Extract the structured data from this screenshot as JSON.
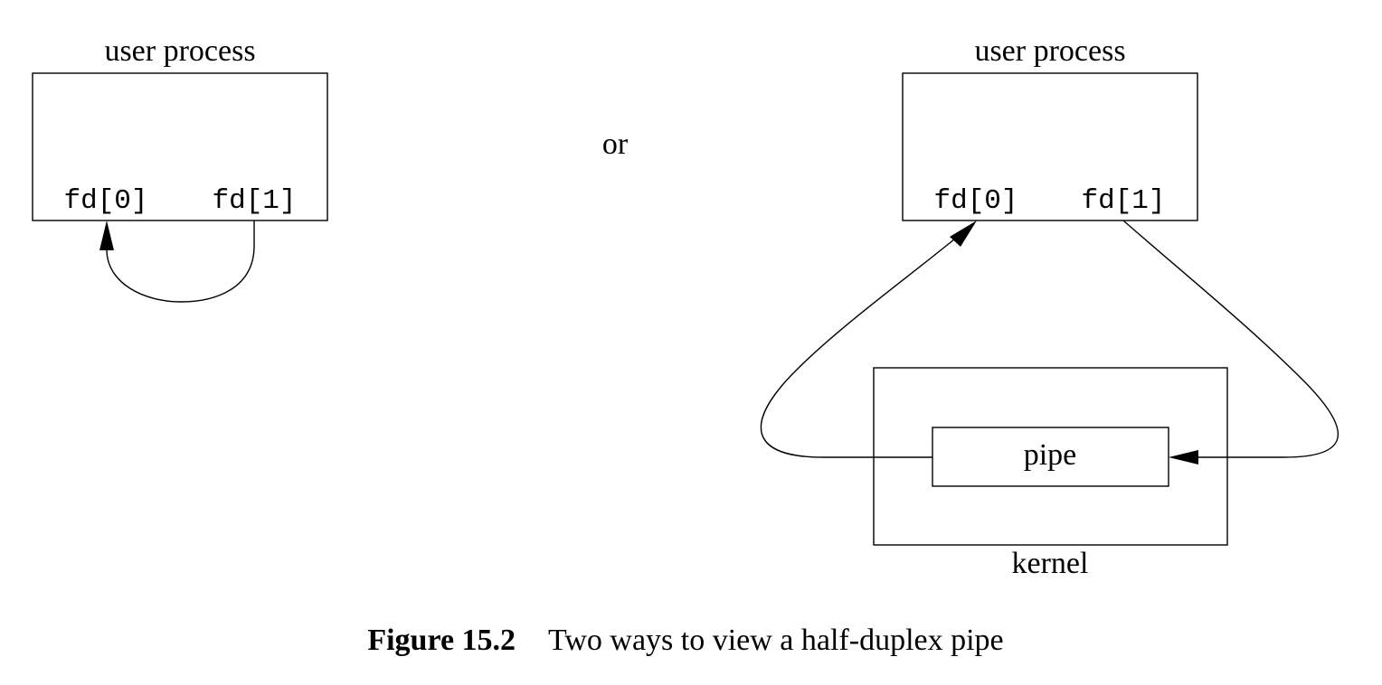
{
  "left_view": {
    "process_label": "user process",
    "fd_read": "fd[0]",
    "fd_write": "fd[1]"
  },
  "separator": "or",
  "right_view": {
    "process_label": "user process",
    "fd_read": "fd[0]",
    "fd_write": "fd[1]",
    "pipe_label": "pipe",
    "kernel_label": "kernel"
  },
  "caption": {
    "number": "Figure 15.2",
    "text": "Two ways to view a half-duplex pipe"
  }
}
